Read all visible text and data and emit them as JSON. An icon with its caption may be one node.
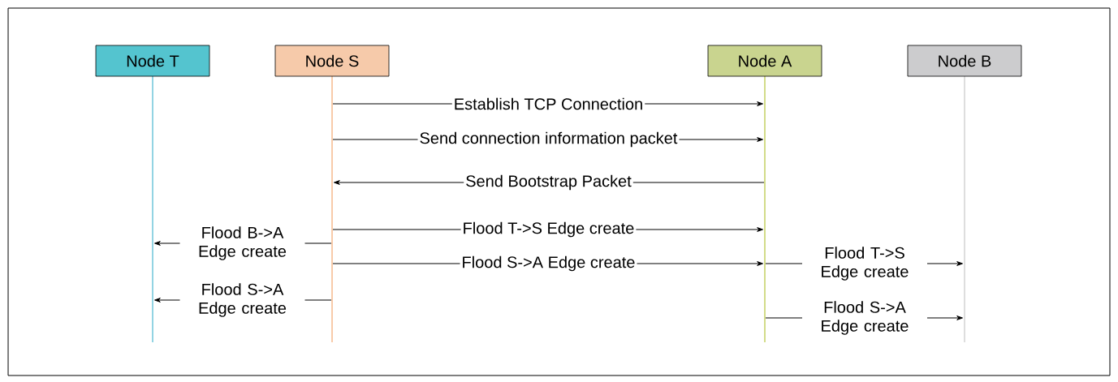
{
  "diagram": {
    "nodes": [
      {
        "text": [
          "Node T"
        ]
      },
      {
        "text": [
          "Node S"
        ]
      },
      {
        "text": [
          "Node A"
        ]
      },
      {
        "text": [
          "Node B"
        ]
      }
    ],
    "edges": [
      {
        "from": 1,
        "to": 2,
        "arrow": "to",
        "label": "Establish TCP Connection"
      },
      {
        "from": 1,
        "to": 2,
        "arrow": "to",
        "label": "Send connection information packet"
      },
      {
        "from": 2,
        "to": 1,
        "arrow": "to",
        "label": "Send Bootstrap Packet"
      },
      {
        "from": 1,
        "to": 0,
        "arrow": "to",
        "label": "Flood B->A Edge create"
      },
      {
        "from": 1,
        "to": 2,
        "arrow": "to",
        "label": "Flood T->S Edge create"
      },
      {
        "from": 2,
        "to": 3,
        "arrow": "to",
        "label": "Flood T->S Edge create"
      },
      {
        "from": 1,
        "to": 2,
        "arrow": "to",
        "label": "Flood S->A Edge create"
      },
      {
        "from": 1,
        "to": 0,
        "arrow": "to",
        "label": "Flood S->A Edge create"
      },
      {
        "from": 2,
        "to": 3,
        "arrow": "to",
        "label": "Flood S->A Edge create"
      }
    ]
  }
}
